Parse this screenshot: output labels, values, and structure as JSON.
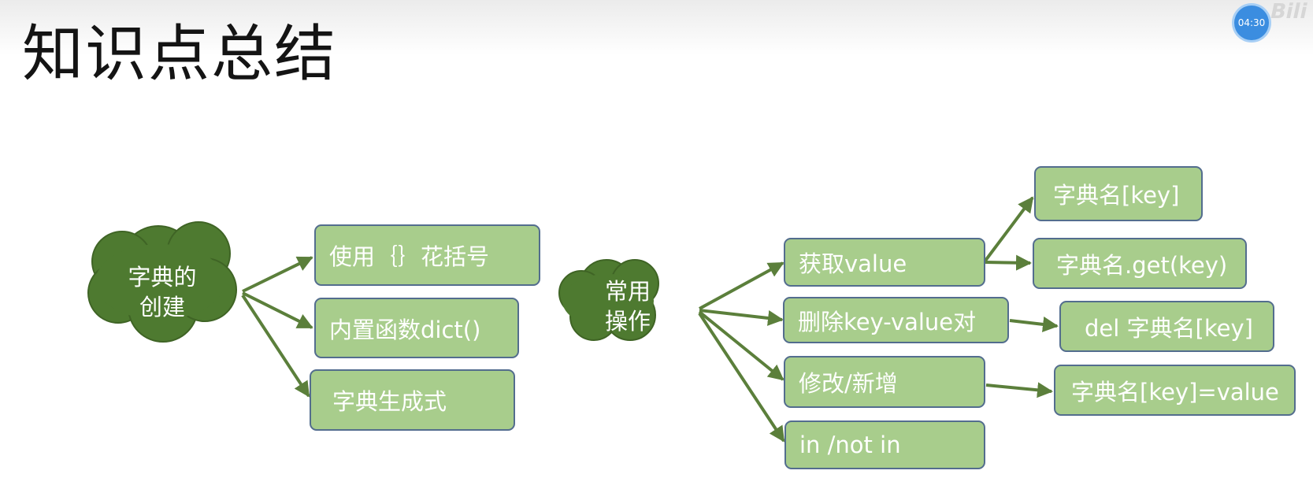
{
  "title": "知识点总结",
  "timer": "04:30",
  "watermark": "Bili",
  "colors": {
    "cloud_fill": "#4e7a30",
    "box_fill": "#a8cd8c",
    "box_border": "#536d8e",
    "arrow": "#5b7f3b",
    "text": "#ffffff"
  },
  "diagram": {
    "creation": {
      "cloud_line1": "字典的",
      "cloud_line2": "创建",
      "items": [
        "使用｛｝花括号",
        "内置函数dict()",
        "字典生成式"
      ]
    },
    "operations": {
      "cloud_line1": "常用",
      "cloud_line2": "操作",
      "items": [
        "获取value",
        "删除key-value对",
        "修改/新增",
        "in  /not in"
      ],
      "get_methods": [
        "字典名[key]",
        "字典名.get(key)"
      ],
      "delete_method": "del 字典名[key]",
      "assign_method": "字典名[key]=value"
    }
  }
}
